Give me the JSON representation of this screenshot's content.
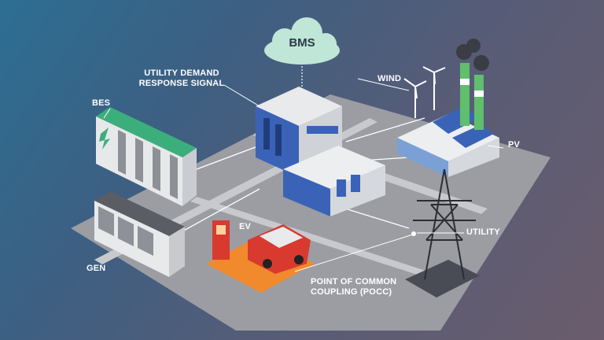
{
  "labels": {
    "bms": "BMS",
    "utility_signal_line1": "UTILITY DEMAND",
    "utility_signal_line2": "RESPONSE SIGNAL",
    "wind": "WIND",
    "bes": "BES",
    "pv": "PV",
    "ev": "EV",
    "gen": "GEN",
    "utility": "UTILITY",
    "pocc_line1": "POINT OF COMMON",
    "pocc_line2": "COUPLING (POCC)"
  },
  "colors": {
    "background_start": "#2c6f93",
    "background_end": "#6a5c6c",
    "ground": "#9a9ca2",
    "road": "#c4c6ca",
    "bms_cloud": "#bfe6d6",
    "battery_top": "#3cae7c",
    "building_blue": "#3a63b8",
    "ev_pad": "#f08a2c",
    "ev_car": "#d83a30"
  }
}
